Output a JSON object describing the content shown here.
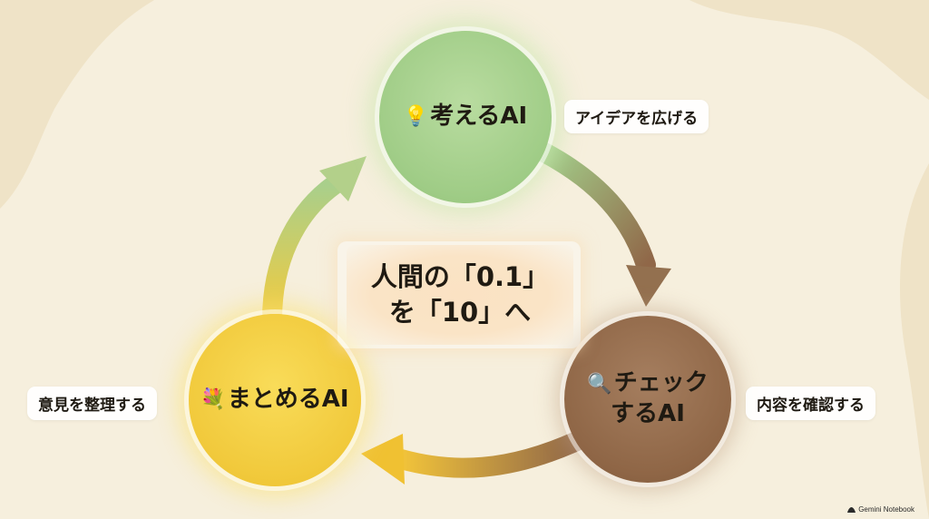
{
  "nodes": {
    "think": {
      "emoji": "💡",
      "label": "考えるAI",
      "description": "アイデアを広げる",
      "color": "#a3cf8b"
    },
    "check": {
      "emoji": "🔍",
      "line1": "チェック",
      "line2": "するAI",
      "description": "内容を確認する",
      "color": "#906748"
    },
    "summary": {
      "emoji": "💐",
      "label": "まとめるAI",
      "description": "意見を整理する",
      "color": "#f2cb3e"
    }
  },
  "center": {
    "line1": "人間の「0.1」",
    "line2": "を「10」へ"
  },
  "footer": {
    "brand": "Gemini Notebook"
  }
}
